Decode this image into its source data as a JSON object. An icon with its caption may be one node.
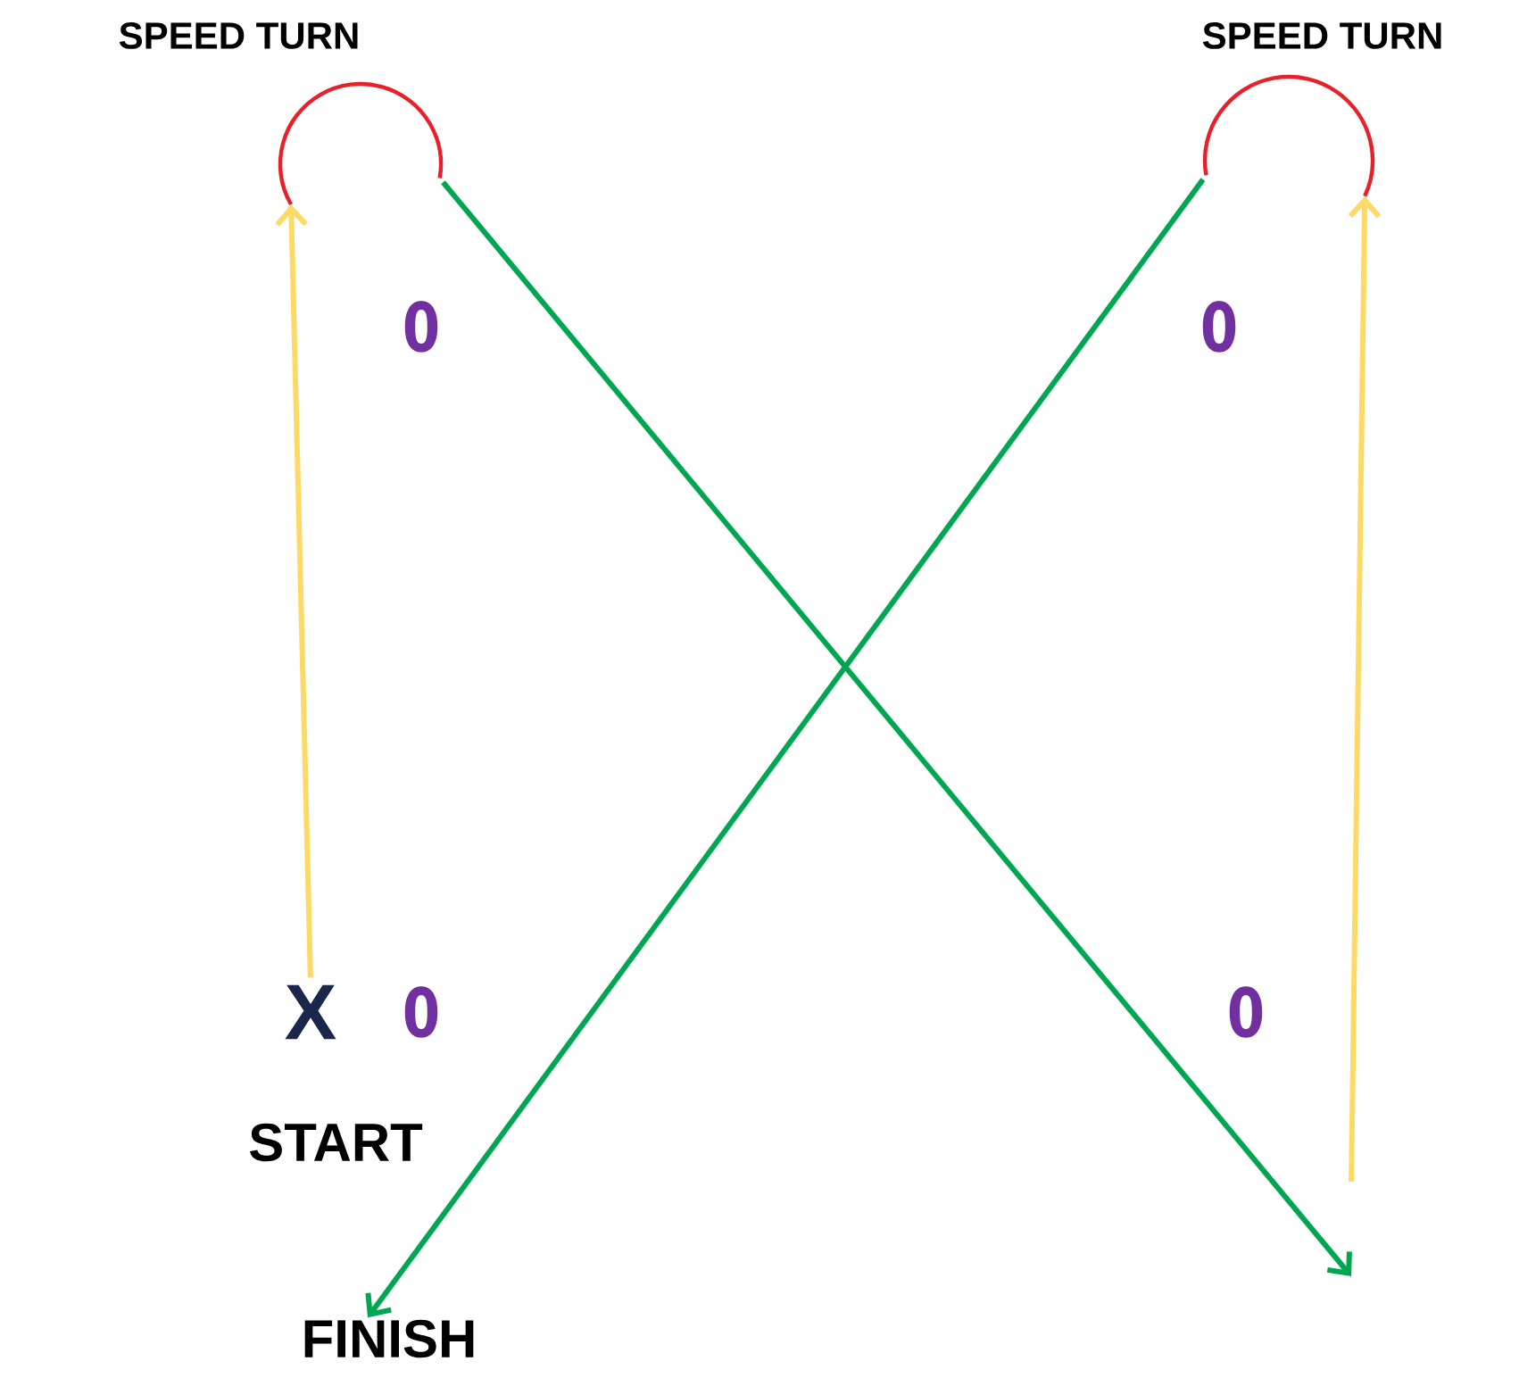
{
  "diagram": {
    "nodes": [
      {
        "text": [
          "SPEED TURN"
        ]
      },
      {
        "text": [
          "SPEED TURN"
        ]
      },
      {
        "text": [
          "X"
        ],
        "beside": [
          "START"
        ]
      },
      {
        "text": [
          "FINISH"
        ]
      }
    ],
    "edges": [
      {
        "from": 2,
        "to": 0,
        "arrow": "to",
        "color": "#ffd966"
      },
      {
        "from": 0,
        "to": null,
        "arrow": "to",
        "color": "#00a651"
      },
      {
        "from": null,
        "to": 1,
        "arrow": "to",
        "color": "#ffd966"
      },
      {
        "from": 1,
        "to": 3,
        "arrow": "to",
        "color": "#00a651"
      }
    ],
    "labels": [
      "0",
      "0",
      "0",
      "0"
    ]
  }
}
